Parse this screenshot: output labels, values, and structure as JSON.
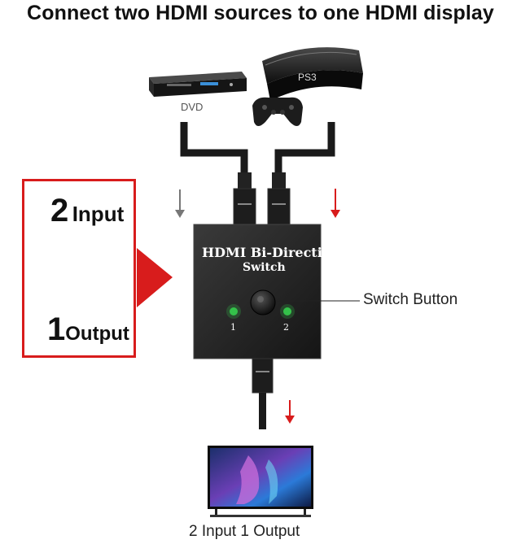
{
  "title": "Connect two HDMI sources to one HDMI display",
  "devices": {
    "dvd_label": "DVD",
    "ps3_label": "PS3"
  },
  "switch_box": {
    "line1": "HDMI Bi-Direction",
    "line2": "Switch",
    "port1": "1",
    "port2": "2",
    "button_label": "Switch Button"
  },
  "left_panel": {
    "input_number": "2",
    "input_word": "Input",
    "output_number": "1",
    "output_word": "Output"
  },
  "output_caption": "2 Input 1 Output",
  "colors": {
    "accent_red": "#d81c1c",
    "switch_body": "#1f1f1f",
    "led_green": "#35c24a",
    "arrow_gray": "#777777"
  }
}
